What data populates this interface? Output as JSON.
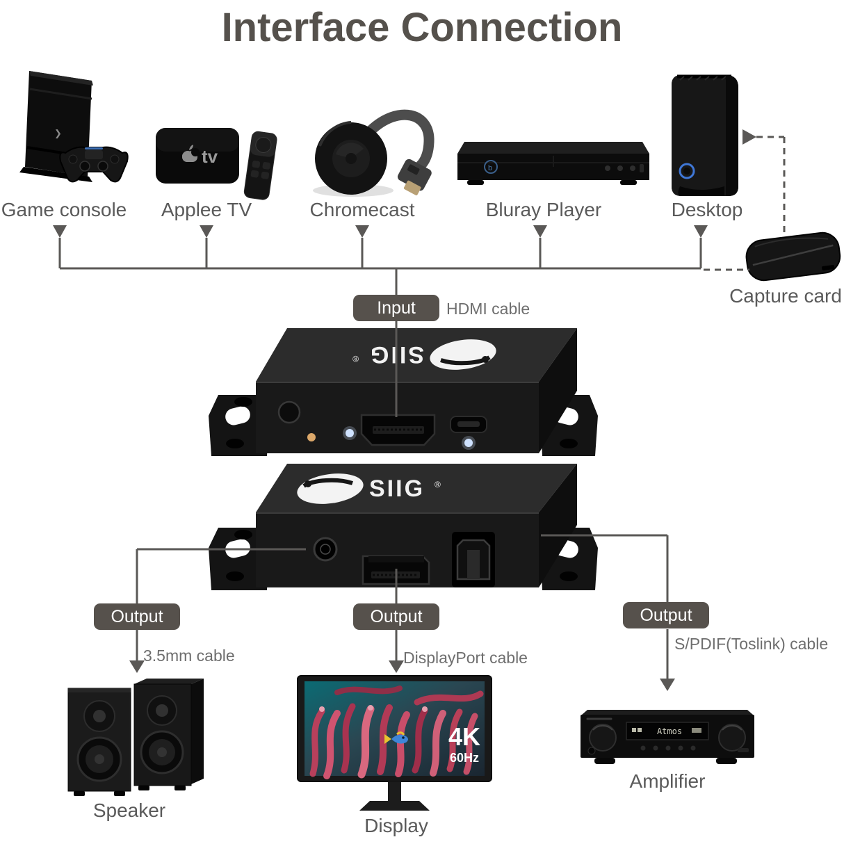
{
  "title": "Interface Connection",
  "sources": [
    {
      "label": "Game console"
    },
    {
      "label": "Applee TV"
    },
    {
      "label": "Chromecast"
    },
    {
      "label": "Bluray Player"
    },
    {
      "label": "Desktop"
    }
  ],
  "capture_card": {
    "label": "Capture card"
  },
  "input": {
    "badge": "Input",
    "cable": "HDMI cable"
  },
  "outputs": [
    {
      "badge": "Output",
      "cable": "3.5mm cable",
      "device": "Speaker"
    },
    {
      "badge": "Output",
      "cable": "DisplayPort cable",
      "device": "Display"
    },
    {
      "badge": "Output",
      "cable": "S/PDIF(Toslink) cable",
      "device": "Amplifier"
    }
  ],
  "devices": {
    "brand": "SIIG",
    "brand_mark": "®",
    "appletv_logo": "tv",
    "display_overlay": {
      "line1": "4K",
      "line2": "60Hz"
    },
    "amplifier_screen": "Atmos"
  },
  "colors": {
    "line": "#5a5856",
    "badge_bg": "#56514c",
    "label_text": "#5a5a5a",
    "title_text": "#55514c",
    "led_white": "#cfe2ff",
    "led_amber": "#dca86a",
    "desktop_ring": "#3f77d6"
  }
}
